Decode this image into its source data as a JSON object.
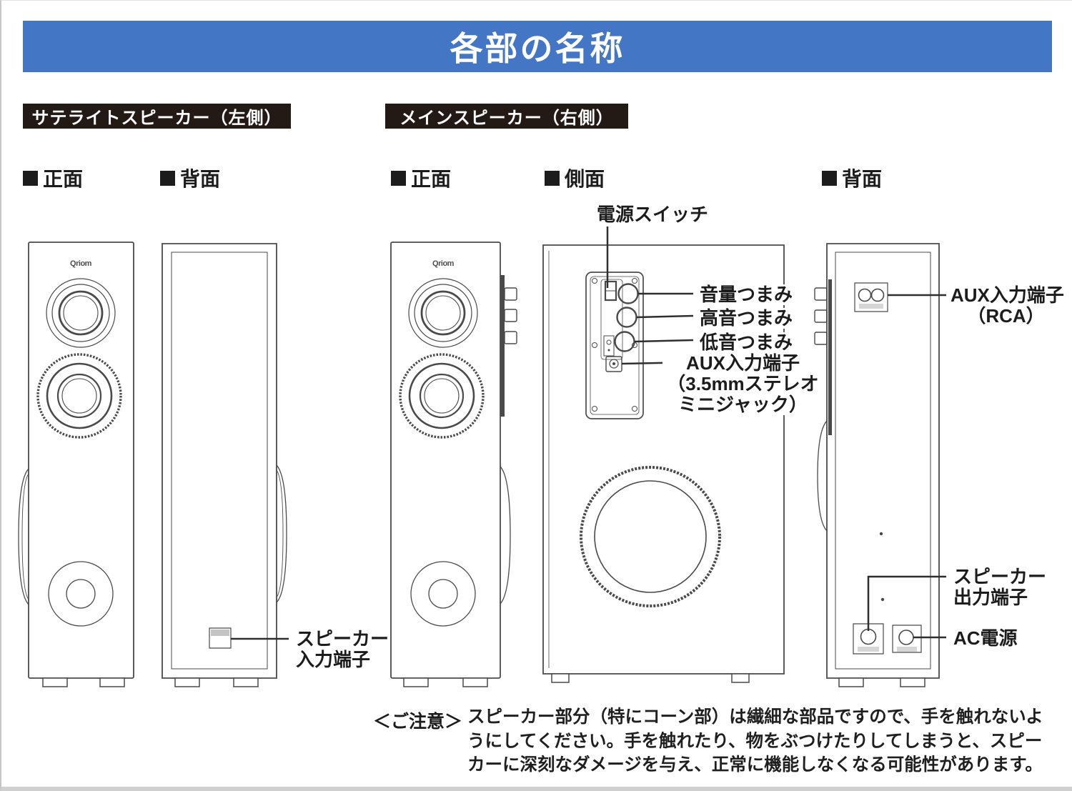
{
  "page": {
    "title": "各部の名称"
  },
  "sections": {
    "satellite": {
      "title": "サテライトスピーカー（左側）"
    },
    "main": {
      "title": "メインスピーカー（右側）"
    }
  },
  "views": [
    {
      "label": "正面"
    },
    {
      "label": "背面"
    },
    {
      "label": "正面"
    },
    {
      "label": "側面"
    },
    {
      "label": "背面"
    }
  ],
  "logo": "Qriom",
  "callouts": {
    "power_switch": "電源スイッチ",
    "volume_knob": "音量つまみ",
    "treble_knob": "高音つまみ",
    "bass_knob": "低音つまみ",
    "aux_mini_line1": "AUX入力端子",
    "aux_mini_line2": "（3.5mmステレオ",
    "aux_mini_line3": "ミニジャック）",
    "aux_rca_line1": "AUX入力端子",
    "aux_rca_line2": "（RCA）",
    "speaker_input_line1": "スピーカー",
    "speaker_input_line2": "入力端子",
    "speaker_output_line1": "スピーカー",
    "speaker_output_line2": "出力端子",
    "ac_power": "AC電源"
  },
  "note": {
    "label": "＜ご注意＞",
    "line1": "スピーカー部分（特にコーン部）は繊細な部品ですので、手を触れないよ",
    "line2": "うにしてください。手を触れたり、物をぶつけたりしてしまうと、スピー",
    "line3": "カーに深刻なダメージを与え、正常に機能しなくなる可能性があります。"
  },
  "colors": {
    "header_blue": "#4377c5",
    "label_bar_black": "#231a15",
    "line_art": "#4a4a4a",
    "leader_line": "#2f2f2f",
    "text": "#1c1c1c"
  }
}
